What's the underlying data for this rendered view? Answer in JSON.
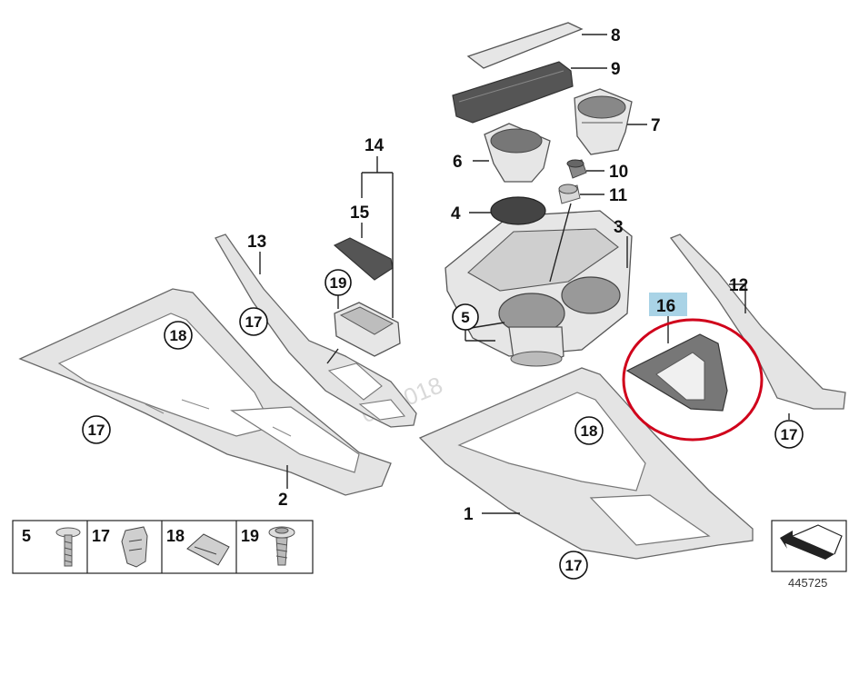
{
  "diagram": {
    "callouts": {
      "c1": "1",
      "c2": "2",
      "c3": "3",
      "c4": "4",
      "c5": "5",
      "c6": "6",
      "c7": "7",
      "c8": "8",
      "c9": "9",
      "c10": "10",
      "c11": "11",
      "c12": "12",
      "c13": "13",
      "c14": "14",
      "c15": "15",
      "c16": "16",
      "c19": "19",
      "c5b": "5",
      "c17a": "17",
      "c17b": "17",
      "c17c": "17",
      "c17d": "17",
      "c18a": "18",
      "c18b": "18"
    },
    "legend": [
      {
        "number": "5",
        "icon": "screw-icon"
      },
      {
        "number": "17",
        "icon": "clip-icon"
      },
      {
        "number": "18",
        "icon": "spring-nut-icon"
      },
      {
        "number": "19",
        "icon": "flange-screw-icon"
      }
    ],
    "ref_number": "445725",
    "watermark": "04.2018",
    "colors": {
      "highlight_box": "#a9d3e6",
      "circle": "#d0021b"
    }
  }
}
